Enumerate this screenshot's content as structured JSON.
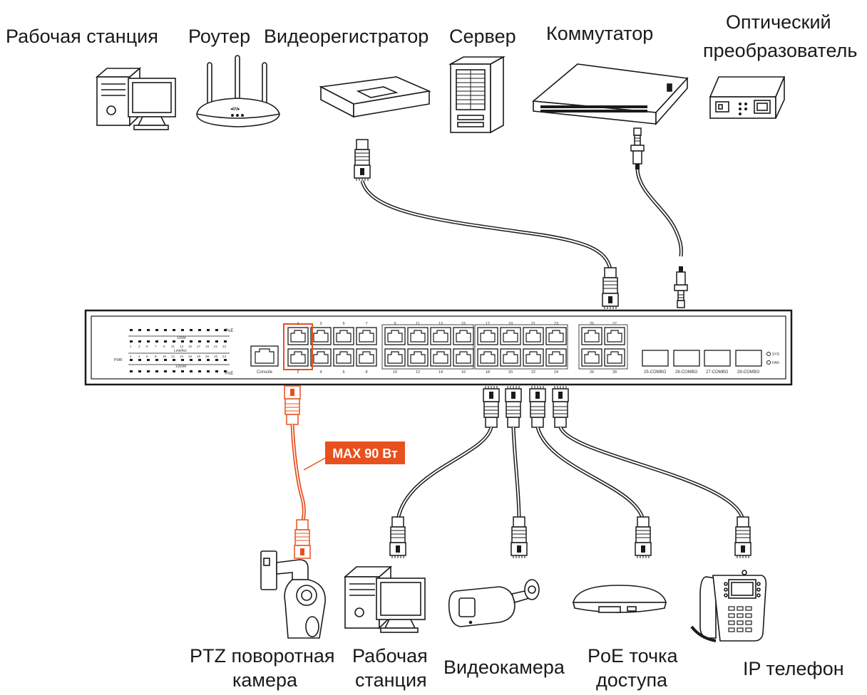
{
  "top_devices": {
    "workstation": "Рабочая станция",
    "router": "Роутер",
    "dvr": "Видеорегистратор",
    "server": "Сервер",
    "switch": "Коммутатор",
    "media_converter_line1": "Оптический",
    "media_converter_line2": "преобразователь"
  },
  "bottom_devices": {
    "ptz_line1": "PTZ поворотная",
    "ptz_line2": "камера",
    "workstation_line1": "Рабочая",
    "workstation_line2": "станция",
    "camera": "Видеокамера",
    "ap_line1": "PoE точка",
    "ap_line2": "доступа",
    "phone": "IP телефон"
  },
  "power_badge": "MAX 90 Вт",
  "switch_panel": {
    "console": "Console",
    "pwr": "PWR",
    "sys": "SYS",
    "fan": "FAN",
    "poe": "PoE",
    "speed_100m": "100M",
    "link_act": "Link/Act",
    "speed_1000m": "1000M",
    "combo_ports": [
      "25-COMBO",
      "26-COMBO",
      "27-COMBO",
      "28-COMBO"
    ],
    "odd_ports": [
      "1",
      "3",
      "5",
      "7",
      "9",
      "11",
      "13",
      "15",
      "17",
      "19",
      "21",
      "23",
      "25",
      "27"
    ],
    "even_ports": [
      "2",
      "4",
      "6",
      "8",
      "10",
      "12",
      "14",
      "16",
      "18",
      "20",
      "22",
      "24",
      "26",
      "28"
    ]
  },
  "colors": {
    "poe_cable": "#e8501e",
    "badge": "#e8501e",
    "line": "#1a1a1a"
  }
}
